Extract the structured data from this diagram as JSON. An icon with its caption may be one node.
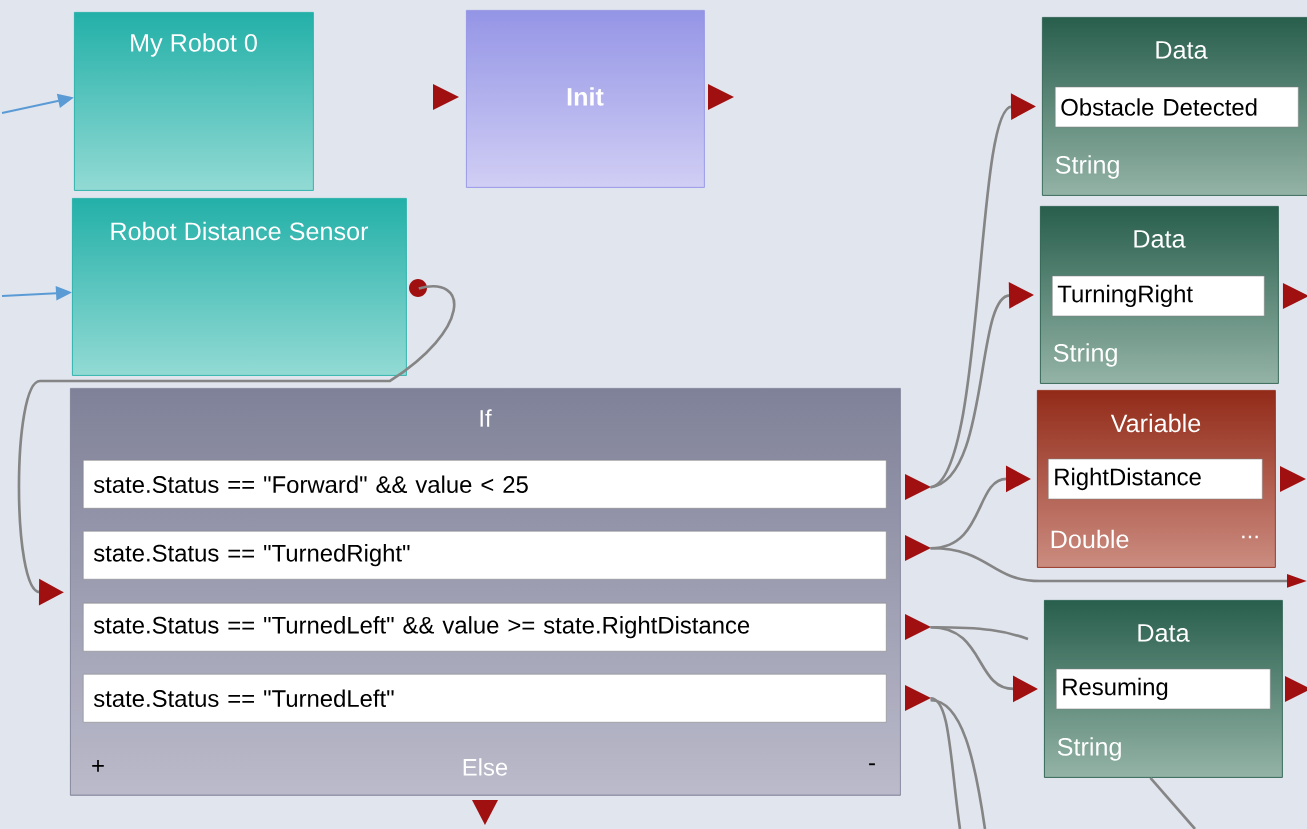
{
  "diagram": {
    "nodes": [
      {
        "text": [
          "My Robot 0"
        ]
      },
      {
        "text": [
          "Init"
        ]
      },
      {
        "text": [
          "Robot Distance Sensor"
        ]
      },
      {
        "text": [
          "If",
          "+",
          "Else",
          "-"
        ]
      },
      {
        "text": [
          "state.Status == \"Forward\" && value < 25"
        ],
        "in": 3
      },
      {
        "text": [
          "state.Status == \"TurnedRight\""
        ],
        "in": 3
      },
      {
        "text": [
          "state.Status == \"TurnedLeft\" && value >= state.RightDistance"
        ],
        "in": 3
      },
      {
        "text": [
          "state.Status == \"TurnedLeft\""
        ],
        "in": 3
      },
      {
        "text": [
          "Data",
          "Obstacle Detected",
          "String"
        ]
      },
      {
        "text": [
          "Data",
          "TurningRight",
          "String"
        ]
      },
      {
        "text": [
          "Variable",
          "RightDistance",
          "Double",
          "..."
        ]
      },
      {
        "text": [
          "Data",
          "Resuming",
          "String"
        ]
      }
    ],
    "edges": [
      {
        "from": null,
        "to": 0,
        "arrow": "to",
        "color": "#5b9bd5"
      },
      {
        "from": null,
        "to": 2,
        "arrow": "to",
        "color": "#5b9bd5"
      },
      {
        "from": 2,
        "to": 3,
        "arrow": "to"
      },
      {
        "from": 4,
        "to": 8,
        "arrow": "to"
      },
      {
        "from": 4,
        "to": 9,
        "arrow": "to"
      },
      {
        "from": 5,
        "to": 10,
        "arrow": "to"
      },
      {
        "from": 5,
        "to": null,
        "arrow": "to"
      },
      {
        "from": 6,
        "to": 11,
        "arrow": "to"
      },
      {
        "from": 6,
        "to": null,
        "arrow": "none"
      },
      {
        "from": 7,
        "to": null,
        "arrow": "none"
      },
      {
        "from": 7,
        "to": null,
        "arrow": "none"
      },
      {
        "from": 11,
        "to": null,
        "arrow": "none"
      }
    ]
  }
}
